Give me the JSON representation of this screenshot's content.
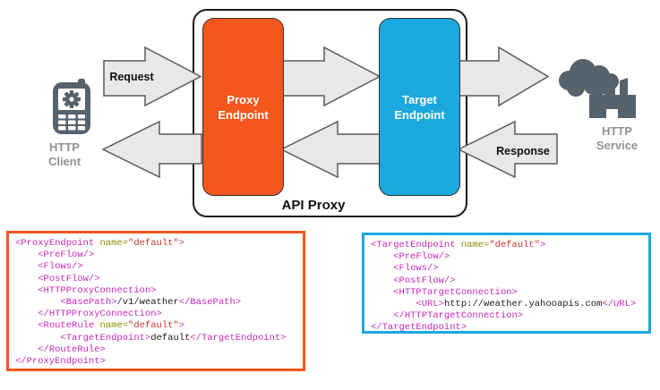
{
  "colors": {
    "proxy_orange": "#F4571D",
    "target_blue": "#1BA8DF",
    "icon_slate": "#57636C",
    "icon_label_gray": "#8E9194",
    "arrow_fill": "#E8E8E8",
    "arrow_stroke": "#5B5B5B",
    "code_tag": "#C827B7",
    "code_attr": "#918B00",
    "code_string": "#C0392B",
    "code_text": "#1A1A1A"
  },
  "diagram": {
    "http_client": {
      "label_line1": "HTTP",
      "label_line2": "Client",
      "icon": "mobile-phone-icon"
    },
    "request_arrow_label": "Request",
    "response_arrow_label": "Response",
    "api_proxy": {
      "label": "API Proxy",
      "proxy_endpoint": {
        "label_line1": "Proxy",
        "label_line2": "Endpoint"
      },
      "target_endpoint": {
        "label_line1": "Target",
        "label_line2": "Endpoint"
      }
    },
    "http_service": {
      "label_line1": "HTTP",
      "label_line2": "Service",
      "icon": "factory-icon"
    }
  },
  "code_blocks": {
    "proxy_endpoint": {
      "border_color": "#F4571D",
      "lines": [
        [
          {
            "t": "<ProxyEndpoint",
            "c": "tag"
          },
          {
            "t": " name=",
            "c": "attr"
          },
          {
            "t": "\"default\"",
            "c": "str"
          },
          {
            "t": ">",
            "c": "tag"
          }
        ],
        [
          {
            "t": "    ",
            "c": "txt"
          },
          {
            "t": "<PreFlow/>",
            "c": "tag"
          }
        ],
        [
          {
            "t": "    ",
            "c": "txt"
          },
          {
            "t": "<Flows/>",
            "c": "tag"
          }
        ],
        [
          {
            "t": "    ",
            "c": "txt"
          },
          {
            "t": "<PostFlow/>",
            "c": "tag"
          }
        ],
        [
          {
            "t": "    ",
            "c": "txt"
          },
          {
            "t": "<HTTPProxyConnection>",
            "c": "tag"
          }
        ],
        [
          {
            "t": "        ",
            "c": "txt"
          },
          {
            "t": "<BasePath>",
            "c": "tag"
          },
          {
            "t": "/v1/weather",
            "c": "txt"
          },
          {
            "t": "</BasePath>",
            "c": "tag"
          }
        ],
        [
          {
            "t": "    ",
            "c": "txt"
          },
          {
            "t": "</HTTPProxyConnection>",
            "c": "tag"
          }
        ],
        [
          {
            "t": "    ",
            "c": "txt"
          },
          {
            "t": "<RouteRule",
            "c": "tag"
          },
          {
            "t": " name=",
            "c": "attr"
          },
          {
            "t": "\"default\"",
            "c": "str"
          },
          {
            "t": ">",
            "c": "tag"
          }
        ],
        [
          {
            "t": "        ",
            "c": "txt"
          },
          {
            "t": "<TargetEndpoint>",
            "c": "tag"
          },
          {
            "t": "default",
            "c": "txt"
          },
          {
            "t": "</TargetEndpoint>",
            "c": "tag"
          }
        ],
        [
          {
            "t": "    ",
            "c": "txt"
          },
          {
            "t": "</RouteRule>",
            "c": "tag"
          }
        ],
        [
          {
            "t": "</ProxyEndpoint>",
            "c": "tag"
          }
        ]
      ]
    },
    "target_endpoint": {
      "border_color": "#1BA8DF",
      "lines": [
        [
          {
            "t": "<TargetEndpoint",
            "c": "tag"
          },
          {
            "t": " name=",
            "c": "attr"
          },
          {
            "t": "\"default\"",
            "c": "str"
          },
          {
            "t": ">",
            "c": "tag"
          }
        ],
        [
          {
            "t": "    ",
            "c": "txt"
          },
          {
            "t": "<PreFlow/>",
            "c": "tag"
          }
        ],
        [
          {
            "t": "    ",
            "c": "txt"
          },
          {
            "t": "<Flows/>",
            "c": "tag"
          }
        ],
        [
          {
            "t": "    ",
            "c": "txt"
          },
          {
            "t": "<PostFlow/>",
            "c": "tag"
          }
        ],
        [
          {
            "t": "    ",
            "c": "txt"
          },
          {
            "t": "<HTTPTargetConnection>",
            "c": "tag"
          }
        ],
        [
          {
            "t": "        ",
            "c": "txt"
          },
          {
            "t": "<URL>",
            "c": "tag"
          },
          {
            "t": "http://weather.yahooapis.com",
            "c": "txt"
          },
          {
            "t": "</URL>",
            "c": "tag"
          }
        ],
        [
          {
            "t": "    ",
            "c": "txt"
          },
          {
            "t": "</HTTPTargetConnection>",
            "c": "tag"
          }
        ],
        [
          {
            "t": "</TargetEndpoint>",
            "c": "tag"
          }
        ]
      ]
    }
  }
}
